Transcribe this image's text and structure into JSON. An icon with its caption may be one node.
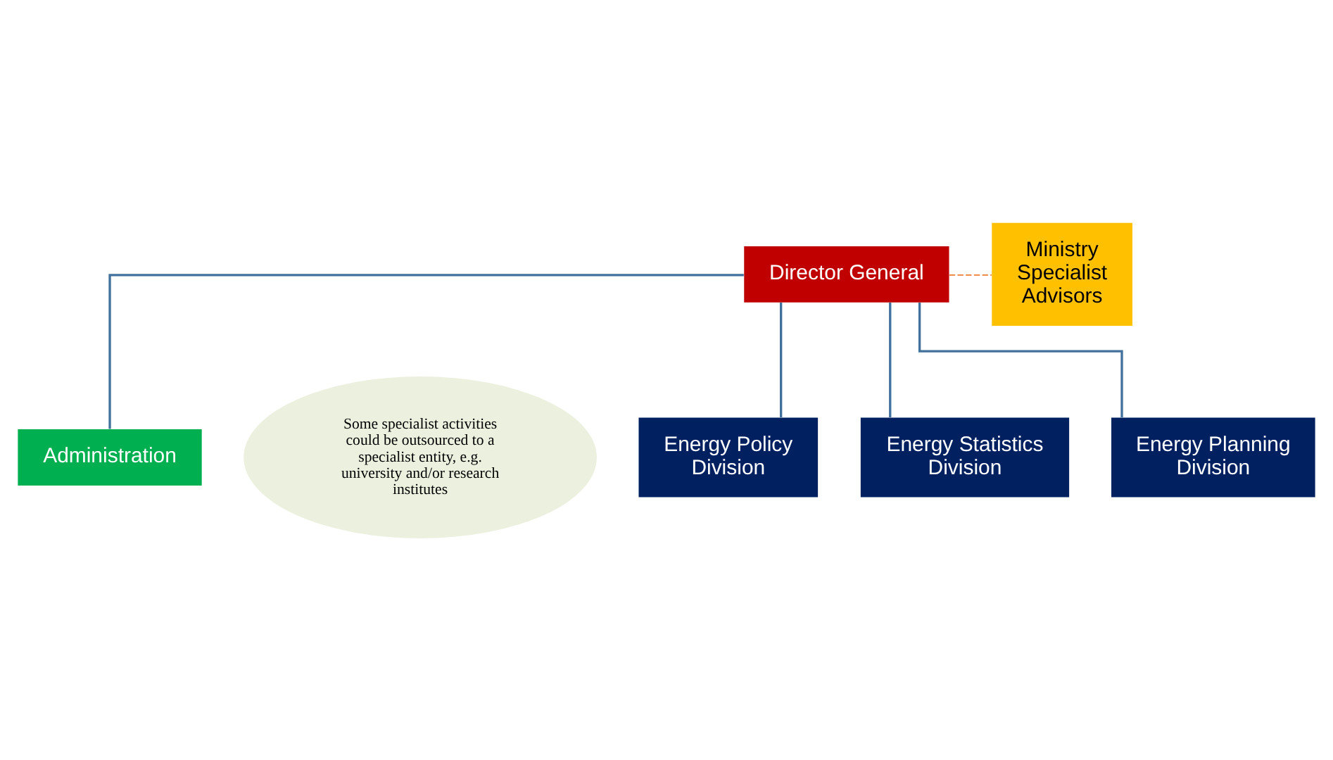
{
  "diagram": {
    "nodes": [
      {
        "text": [
          "Director General"
        ]
      },
      {
        "text": [
          "Ministry Specialist Advisors"
        ]
      },
      {
        "text": [
          "Administration"
        ]
      },
      {
        "text": [
          "Some specialist activities could be outsourced to a specialist entity, e.g. university and/or research institutes"
        ]
      },
      {
        "text": [
          "Energy Policy Division"
        ]
      },
      {
        "text": [
          "Energy Statistics Division"
        ]
      },
      {
        "text": [
          "Energy Planning Division"
        ]
      }
    ],
    "edges": [
      {
        "from": 0,
        "to": 1,
        "arrow": "none",
        "style": "dashed",
        "color": "#ed7d31"
      },
      {
        "from": 0,
        "to": 2,
        "arrow": "none"
      },
      {
        "from": 0,
        "to": 4,
        "arrow": "none"
      },
      {
        "from": 0,
        "to": 5,
        "arrow": "none"
      },
      {
        "from": 0,
        "to": 6,
        "arrow": "none"
      }
    ]
  }
}
